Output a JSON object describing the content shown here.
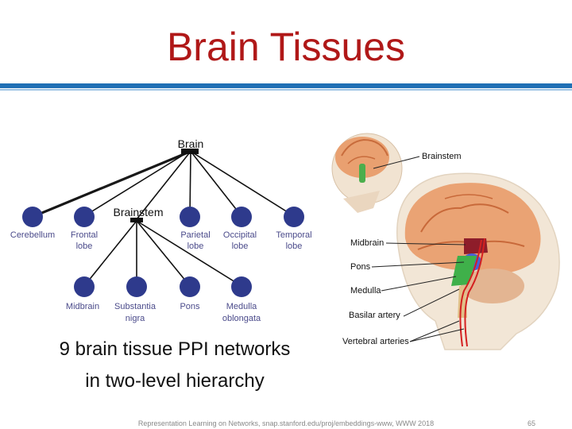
{
  "slide": {
    "title": "Brain Tissues",
    "caption_line1": "9 brain tissue PPI networks",
    "caption_line2": "in two-level hierarchy",
    "footer": "Representation Learning on Networks, snap.stanford.edu/proj/embeddings-www, WWW 2018",
    "page_number": "65"
  },
  "tree": {
    "root": "Brain",
    "mid": "Brainstem",
    "level1": [
      {
        "line1": "Cerebellum",
        "line2": ""
      },
      {
        "line1": "Frontal",
        "line2": "lobe"
      },
      {
        "line1": "Parietal",
        "line2": "lobe"
      },
      {
        "line1": "Occipital",
        "line2": "lobe"
      },
      {
        "line1": "Temporal",
        "line2": "lobe"
      }
    ],
    "level2": [
      {
        "line1": "Midbrain",
        "line2": ""
      },
      {
        "line1": "Substantia",
        "line2": "nigra"
      },
      {
        "line1": "Pons",
        "line2": ""
      },
      {
        "line1": "Medulla",
        "line2": "oblongata"
      }
    ]
  },
  "anatomy": {
    "labels": {
      "brainstem": "Brainstem",
      "midbrain": "Midbrain",
      "pons": "Pons",
      "medulla": "Medulla",
      "basilar": "Basilar artery",
      "vertebral": "Vertebral arteries"
    }
  },
  "colors": {
    "title": "#b01818",
    "node": "#2e3a8c",
    "rule": "#1f6fb5"
  }
}
